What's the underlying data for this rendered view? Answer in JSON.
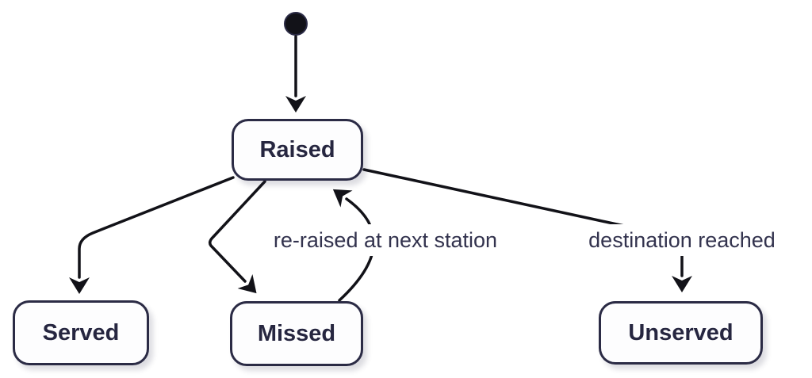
{
  "diagram": {
    "type": "state-diagram",
    "states": [
      {
        "id": "raised",
        "label": "Raised"
      },
      {
        "id": "served",
        "label": "Served"
      },
      {
        "id": "missed",
        "label": "Missed"
      },
      {
        "id": "unserved",
        "label": "Unserved"
      }
    ],
    "transitions": [
      {
        "from": "initial",
        "to": "raised",
        "label": ""
      },
      {
        "from": "raised",
        "to": "served",
        "label": ""
      },
      {
        "from": "raised",
        "to": "missed",
        "label": ""
      },
      {
        "from": "missed",
        "to": "raised",
        "label": "re-raised at next station"
      },
      {
        "from": "raised",
        "to": "unserved",
        "label": "destination reached"
      }
    ],
    "colors": {
      "node_border": "#2b2b45",
      "node_fill": "#fdfdfe",
      "node_text": "#262640",
      "edge_line": "#121218",
      "edge_label_text": "#33334e",
      "label_background": "#ffffff",
      "page_background": "#ffffff"
    }
  }
}
